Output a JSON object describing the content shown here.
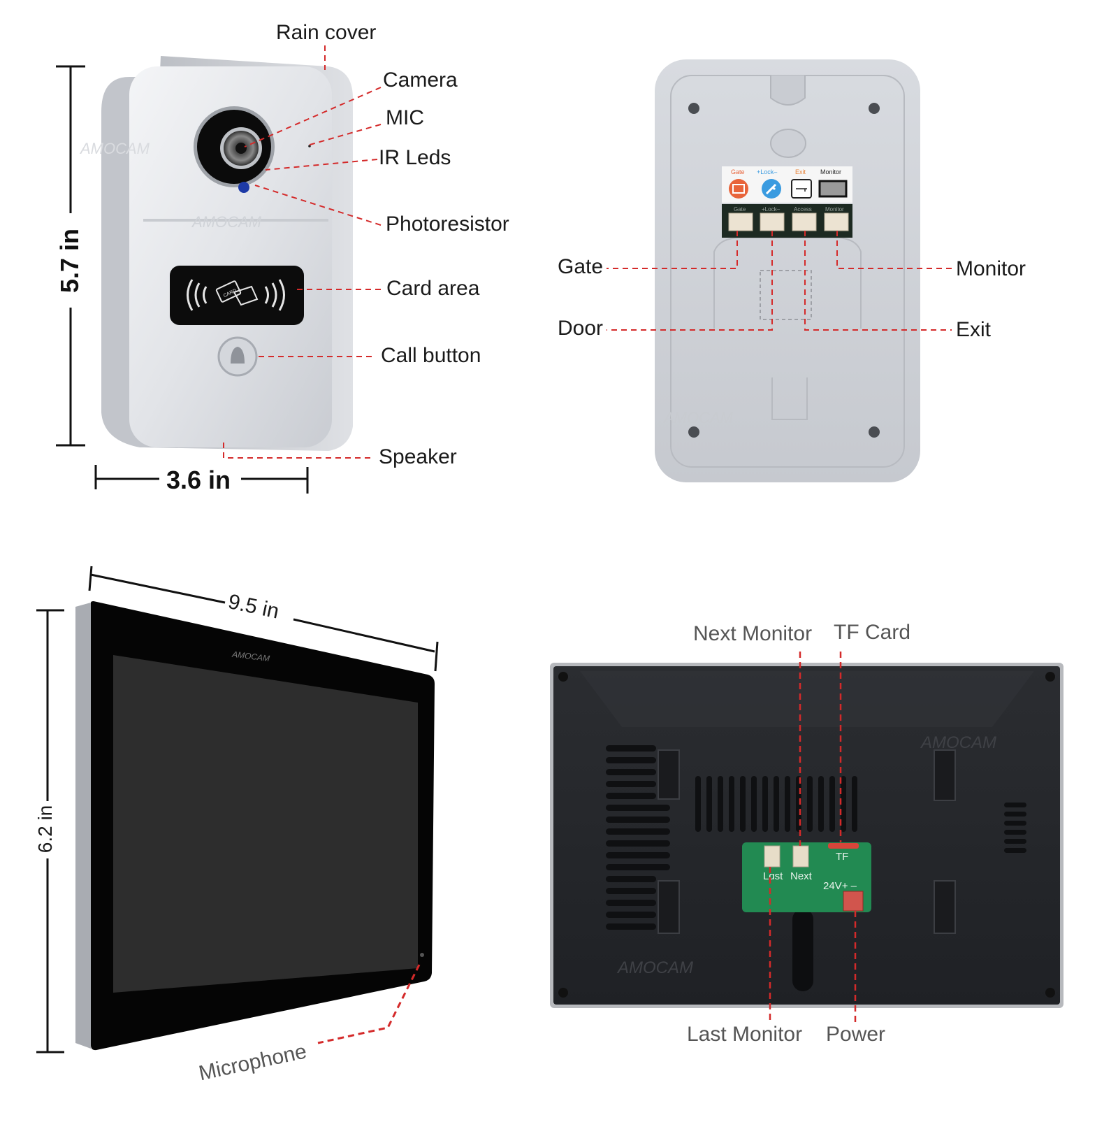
{
  "brand_watermark": "AMOCAM",
  "accent_color": "#d42a2a",
  "panels": {
    "doorbell_front": {
      "labels": {
        "rain_cover": "Rain cover",
        "camera": "Camera",
        "mic": "MIC",
        "ir_leds": "IR Leds",
        "photoresistor": "Photoresistor",
        "card_area": "Card area",
        "call_button": "Call button",
        "speaker": "Speaker"
      },
      "dimensions": {
        "height": "5.7 in",
        "width": "3.6 in"
      },
      "card_reader_text": "CARD"
    },
    "doorbell_back": {
      "terminal_legend": [
        {
          "label": "Gate",
          "color": "#e8643a",
          "icon": "gate-icon"
        },
        {
          "label": "+Lock–",
          "color": "#3a9be0",
          "icon": "key-icon"
        },
        {
          "label": "Exit",
          "color": "#e8843a",
          "icon": "exit-key-icon"
        },
        {
          "label": "Monitor",
          "color": "#222222",
          "icon": "monitor-icon"
        }
      ],
      "pcb_labels": [
        "Gate",
        "+Lock–",
        "Access",
        "Monitor"
      ],
      "callouts": {
        "gate": "Gate",
        "door": "Door",
        "monitor": "Monitor",
        "exit": "Exit"
      }
    },
    "monitor_front": {
      "dimensions": {
        "width": "9.5 in",
        "height": "6.2 in"
      },
      "callouts": {
        "microphone": "Microphone"
      }
    },
    "monitor_back": {
      "callouts": {
        "next_monitor": "Next Monitor",
        "tf_card": "TF Card",
        "last_monitor": "Last Monitor",
        "power": "Power"
      },
      "pcb_labels": {
        "last": "Lɑst",
        "next": "Next",
        "tf": "TF",
        "power": "24V+ –"
      }
    }
  }
}
